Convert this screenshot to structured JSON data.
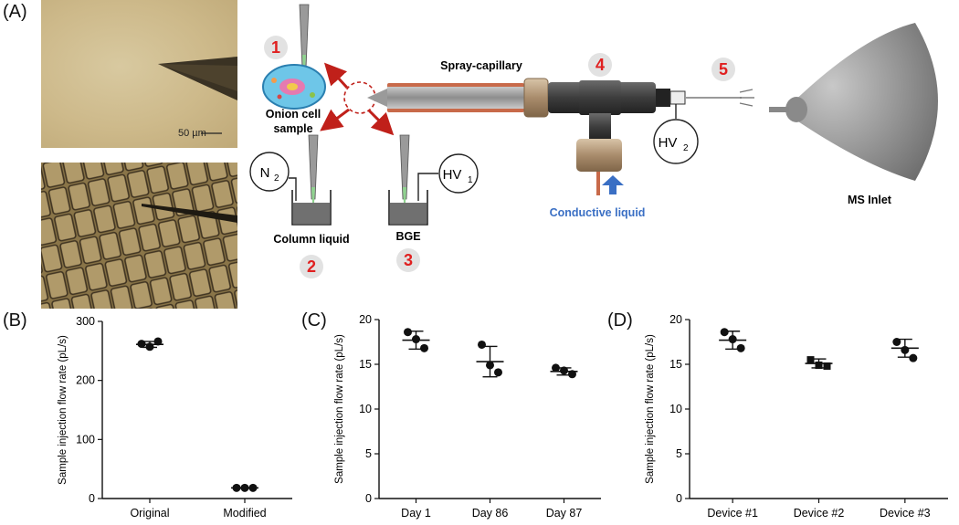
{
  "panel_labels": {
    "a": "(A)",
    "b": "(B)",
    "c": "(C)",
    "d": "(D)"
  },
  "schematic": {
    "scale_bar": "50 µm",
    "onion_label_line1": "Onion cell",
    "onion_label_line2": "sample",
    "spray_capillary": "Spray-capillary",
    "column_liquid": "Column liquid",
    "bge": "BGE",
    "n2": "N",
    "n2_sub": "2",
    "hv1": "HV",
    "hv1_sub": "1",
    "hv2": "HV",
    "hv2_sub": "2",
    "conductive_liquid": "Conductive liquid",
    "ms_inlet": "MS Inlet",
    "steps": [
      "1",
      "2",
      "3",
      "4",
      "5"
    ],
    "colors": {
      "step": "#e02020",
      "arrow": "#c0201a",
      "conductive": "#3a6fc4"
    }
  },
  "chart_data": [
    {
      "type": "scatter",
      "panel": "(B)",
      "ylabel": "Sample injection flow rate (pL/s)",
      "categories": [
        "Original",
        "Modified"
      ],
      "ylim": [
        0,
        300
      ],
      "yticks": [
        "0",
        "100",
        "200",
        "300"
      ],
      "points": [
        {
          "category": "Original",
          "values": [
            262,
            257,
            266
          ],
          "mean": 261,
          "sd": 5
        },
        {
          "category": "Modified",
          "values": [
            18,
            18,
            18
          ],
          "mean": 18,
          "sd": 0.5
        }
      ]
    },
    {
      "type": "scatter",
      "panel": "(C)",
      "ylabel": "Sample injection flow rate (pL/s)",
      "categories": [
        "Day 1",
        "Day 86",
        "Day 87"
      ],
      "ylim": [
        0,
        20
      ],
      "yticks": [
        "0",
        "5",
        "10",
        "15",
        "20"
      ],
      "points": [
        {
          "category": "Day 1",
          "values": [
            18.6,
            17.8,
            16.8
          ],
          "mean": 17.7,
          "sd": 1.0
        },
        {
          "category": "Day 86",
          "values": [
            17.2,
            14.9,
            14.1
          ],
          "mean": 15.3,
          "sd": 1.7
        },
        {
          "category": "Day 87",
          "values": [
            14.6,
            14.3,
            13.9
          ],
          "mean": 14.2,
          "sd": 0.4
        }
      ]
    },
    {
      "type": "scatter",
      "panel": "(D)",
      "ylabel": "Sample injection flow rate (pL/s)",
      "categories": [
        "Device #1",
        "Device #2",
        "Device #3"
      ],
      "ylim": [
        0,
        20
      ],
      "yticks": [
        "0",
        "5",
        "10",
        "15",
        "20"
      ],
      "points": [
        {
          "category": "Device #1",
          "values": [
            18.6,
            17.8,
            16.8
          ],
          "mean": 17.7,
          "sd": 1.0
        },
        {
          "category": "Device #2",
          "values": [
            15.5,
            14.9,
            14.8
          ],
          "mean": 15.1,
          "sd": 0.5
        },
        {
          "category": "Device #3",
          "values": [
            17.5,
            16.6,
            15.7
          ],
          "mean": 16.8,
          "sd": 1.0
        }
      ]
    }
  ]
}
